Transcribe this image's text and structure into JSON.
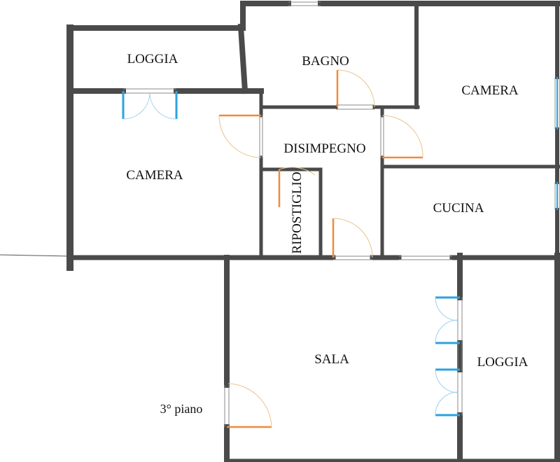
{
  "rooms": {
    "loggia_top": "LOGGIA",
    "bagno": "BAGNO",
    "camera_right": "CAMERA",
    "camera_left": "CAMERA",
    "disimpegno": "DISIMPEGNO",
    "ripostiglio": "RIPOSTIGLIO",
    "cucina": "CUCINA",
    "sala": "SALA",
    "loggia_right": "LOGGIA"
  },
  "floor": "3° piano",
  "colors": {
    "wall": "#4a4a4a",
    "door": "#f08a3c",
    "window": "#2aa3e0",
    "swing": "#e8c48a",
    "thin_line": "#555555"
  }
}
